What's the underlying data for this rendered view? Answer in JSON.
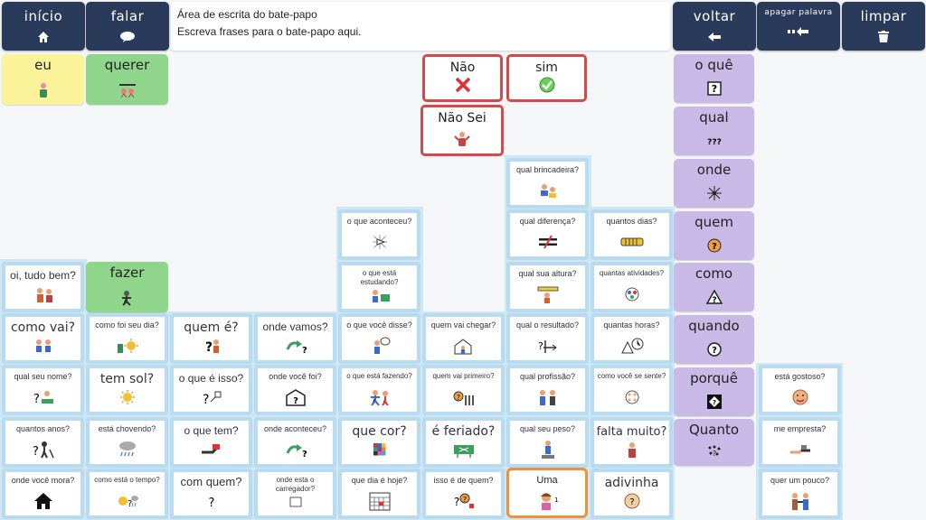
{
  "nav": {
    "inicio": "início",
    "falar": "falar",
    "voltar": "voltar",
    "apagar": "apagar palavra",
    "limpar": "limpar"
  },
  "chat": {
    "title": "Área de escrita do bate-papo",
    "placeholder": "Escreva frases para o bate-papo aqui."
  },
  "colors": {
    "nav": "#2a3a5a",
    "question_border": "#b9dbef",
    "purple": "#c9b9e6",
    "yellow": "#fbf39a",
    "green": "#8fd68c",
    "red_border": "#d24a4a",
    "orange_border": "#f0903a"
  },
  "cells": {
    "eu": "eu",
    "querer": "querer",
    "fazer": "fazer",
    "nao": "Não",
    "sim": "sim",
    "naosei": "Não Sei",
    "oque": "o quê",
    "qual": "qual",
    "onde": "onde",
    "quem": "quem",
    "como": "como",
    "quando": "quando",
    "porque": "porquê",
    "quanto": "Quanto",
    "oitudobem": "oi, tudo bem?",
    "comovai": "como vai?",
    "qualseunome": "qual seu nome?",
    "quantosanos": "quantos anos?",
    "ondevocemora": "onde você mora?",
    "comofoiseudia": "como foi seu dia?",
    "temsol": "tem sol?",
    "estachovendo": "está chovendo?",
    "comoestaotempo": "como está o tempo?",
    "quemE": "quem é?",
    "oqueEisso": "o que é isso?",
    "oquetem": "o que tem?",
    "comquem": "com quem?",
    "ondevamos": "onde vamos?",
    "ondevocefoi": "onde você foi?",
    "ondeaconteceu": "onde aconteceu?",
    "ondeestaocarregador": "onde esta o carregador?",
    "oqueaconteceu": "o que aconteceu?",
    "oqueestaestudando": "o que está estudando?",
    "oquevocedisse": "o que você disse?",
    "oqueestafazendo": "o que está fazendo?",
    "quecor": "que cor?",
    "quediaEhoje": "que dia é hoje?",
    "quemvaichegar": "quem vai chegar?",
    "quemvaiprimeiro": "quem vai primeiro?",
    "Eferiado": "é feriado?",
    "issoEdequem": "isso é de quem?",
    "qualbrincadeira": "qual brincadeira?",
    "qualdiferenca": "qual diferença?",
    "qualsuaaltura": "qual sua altura?",
    "qualoresultado": "qual o resultado?",
    "qualprofissao": "qual profissão?",
    "qualseupeso": "qual seu peso?",
    "uma": "Uma",
    "quantosdias": "quantos dias?",
    "quantasatividades": "quantas atividades?",
    "quantashoras": "quantas horas?",
    "comovocesesente": "como você se sente?",
    "faltamuito": "falta muito?",
    "adivinha": "adivinha",
    "estagostoso": "está gostoso?",
    "meempresta": "me empresta?",
    "querumpouco": "quer um pouco?"
  }
}
